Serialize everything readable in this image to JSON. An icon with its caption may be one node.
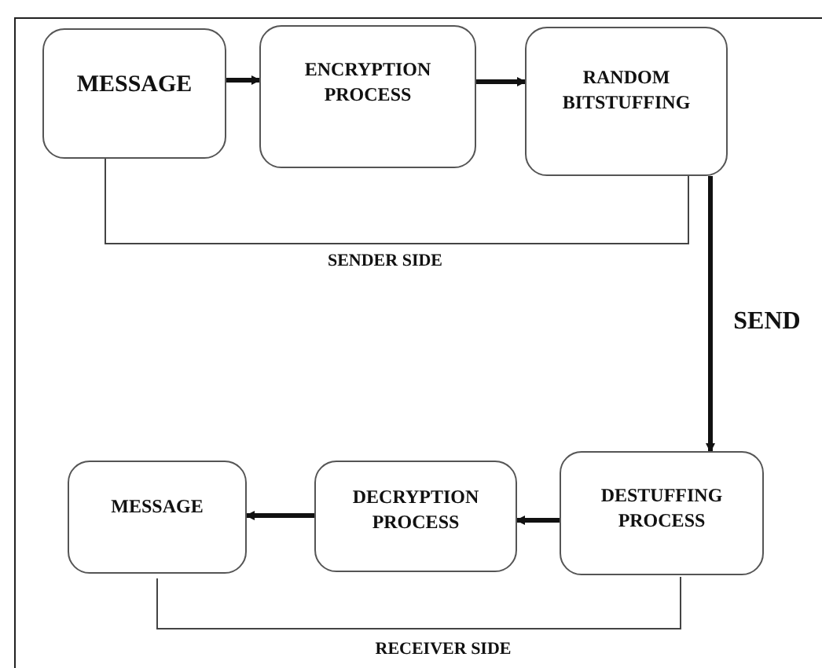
{
  "diagram": {
    "nodes": [
      {
        "text": [
          "MESSAGE"
        ]
      },
      {
        "text": [
          "ENCRYPTION PROCESS"
        ]
      },
      {
        "text": [
          "RANDOM BITSTUFFING"
        ]
      },
      {
        "text": [
          "DESTUFFING PROCESS"
        ]
      },
      {
        "text": [
          "DECRYPTION PROCESS"
        ]
      },
      {
        "text": [
          "MESSAGE"
        ]
      }
    ],
    "edges": [
      {
        "from": 0,
        "to": 1,
        "arrow": "to"
      },
      {
        "from": 1,
        "to": 2,
        "arrow": "to"
      },
      {
        "from": 2,
        "to": 3,
        "arrow": "to",
        "label": "SEND"
      },
      {
        "from": 3,
        "to": 4,
        "arrow": "to"
      },
      {
        "from": 4,
        "to": 5,
        "arrow": "to"
      }
    ],
    "labels": [
      "SENDER SIDE",
      "RECEIVER SIDE"
    ]
  }
}
